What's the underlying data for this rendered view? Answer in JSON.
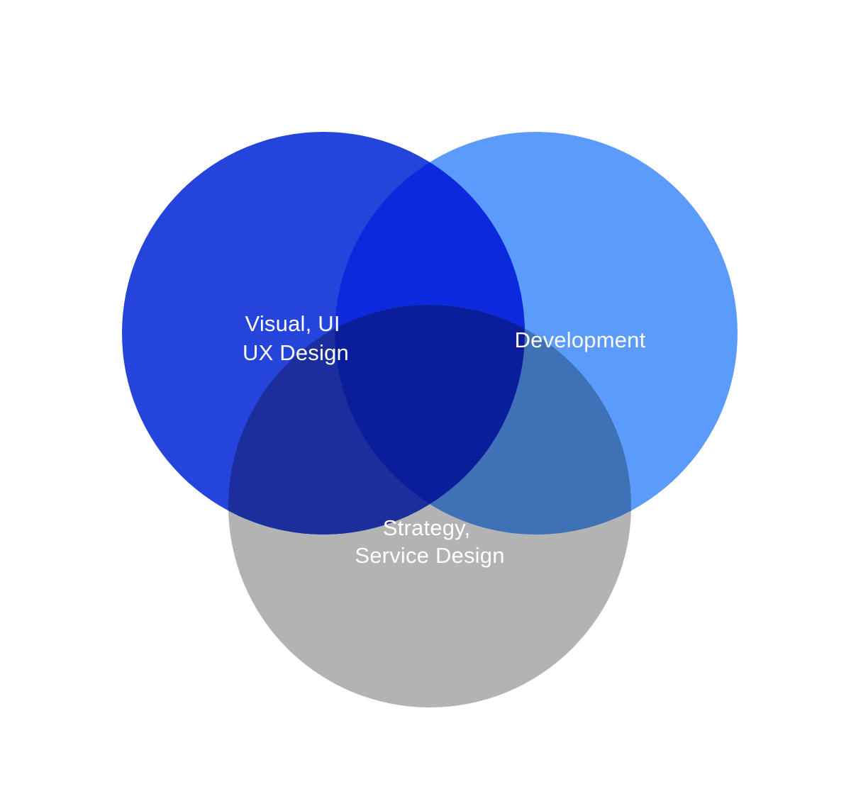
{
  "diagram": {
    "circles": [
      {
        "id": "visual-ui-ux-design",
        "label_lines": [
          "Visual, UI",
          "UX Design"
        ],
        "color": "#2444DB"
      },
      {
        "id": "development",
        "label_lines": [
          "Development"
        ],
        "color": "#5A9BFC"
      },
      {
        "id": "strategy-service-design",
        "label_lines": [
          "Strategy,",
          "Service Design"
        ],
        "color": "#B3B3B3"
      }
    ],
    "overlap_colors": {
      "visual_development": "#0D29DE",
      "visual_strategy": "#1B2E9B",
      "development_strategy": "#3E71B6",
      "center": "#0A1D9A"
    }
  }
}
